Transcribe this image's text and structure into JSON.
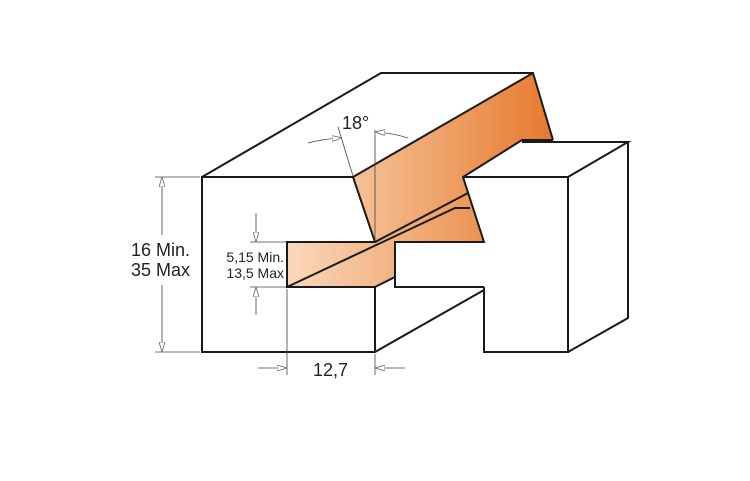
{
  "dimensions": {
    "height": {
      "min": "16 Min.",
      "max": "35 Max"
    },
    "tongue": {
      "min": "5,15 Min.",
      "max": "13,5 Max"
    },
    "width": "12,7",
    "angle": "18°"
  },
  "colors": {
    "cut_light": "#f9d9bb",
    "cut_dark": "#e7782d",
    "outline": "#1a1a1a"
  }
}
